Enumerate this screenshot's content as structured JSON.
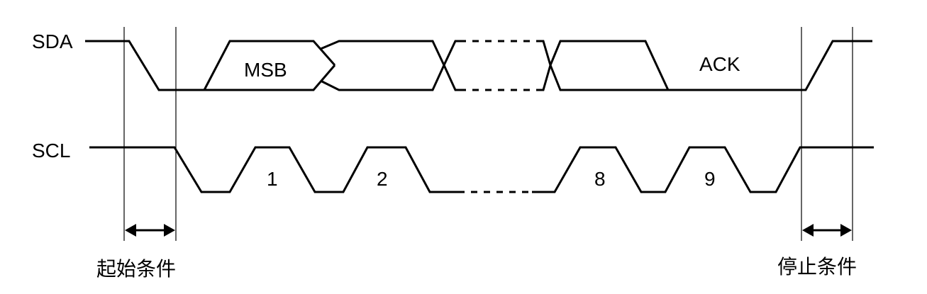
{
  "signals": {
    "sda_label": "SDA",
    "scl_label": "SCL"
  },
  "data_labels": {
    "msb": "MSB",
    "ack": "ACK"
  },
  "clock_pulses": [
    "1",
    "2",
    "8",
    "9"
  ],
  "conditions": {
    "start": "起始条件",
    "stop": "停止条件"
  }
}
